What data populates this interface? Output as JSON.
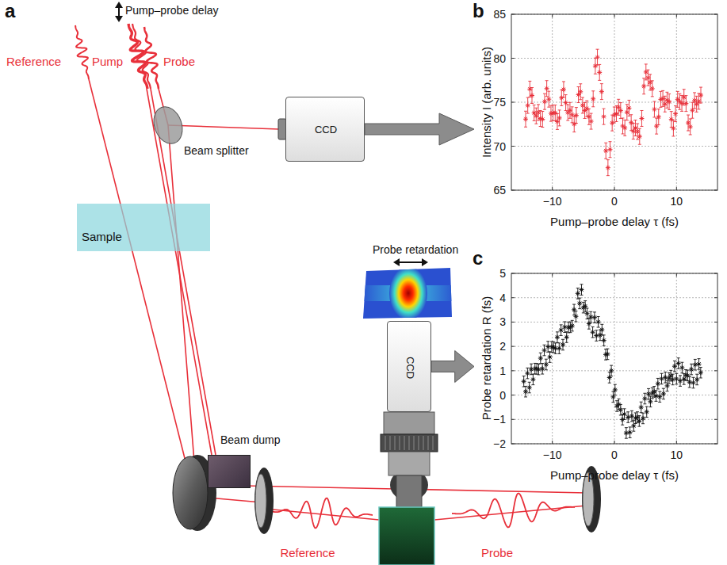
{
  "diagram": {
    "nodes": [
      {
        "text": [
          "CCD"
        ]
      },
      {
        "text": [
          "Sample"
        ]
      },
      {
        "text": [
          "CCD"
        ]
      },
      {
        "text": [
          "Beam dump"
        ]
      },
      {
        "text": [
          "Intensity I (arb. units)",
          "Pump–probe delay τ (fs)"
        ]
      },
      {
        "text": [
          "Probe retardation R (fs)",
          "Pump–probe delay τ (fs)"
        ]
      }
    ],
    "edges": [
      {
        "from": 0,
        "to": 4,
        "arrow": "to"
      },
      {
        "from": 2,
        "to": 5,
        "arrow": "to"
      }
    ],
    "labels": [
      "a",
      "Pump–probe delay",
      "Reference",
      "Pump",
      "Probe",
      "Beam splitter",
      "b",
      "85",
      "80",
      "75",
      "70",
      "65",
      "−10",
      "0",
      "10",
      "c",
      "Probe retardation",
      "5",
      "4",
      "3",
      "2",
      "1",
      "0",
      "−1",
      "−2",
      "−10",
      "0",
      "10",
      "Reference",
      "Probe"
    ]
  }
}
